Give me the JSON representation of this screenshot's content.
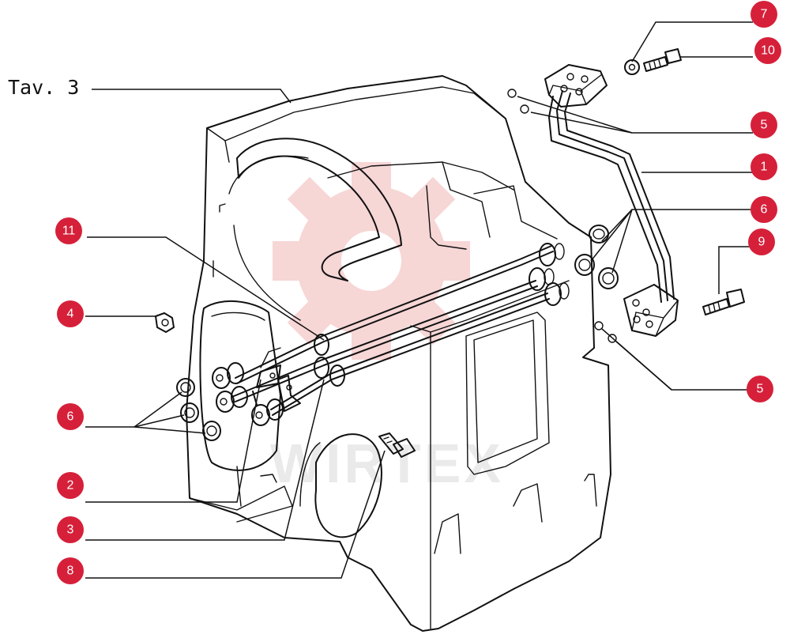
{
  "drawing": {
    "title": "Tav. 3",
    "watermark_text": "WIRTEX",
    "watermark_color": "#f2b5b5",
    "badge_color": "#d6203a",
    "line_color": "#111111"
  },
  "callouts": [
    {
      "id": "7",
      "label": "7"
    },
    {
      "id": "10",
      "label": "10"
    },
    {
      "id": "5a",
      "label": "5"
    },
    {
      "id": "1",
      "label": "1"
    },
    {
      "id": "6a",
      "label": "6"
    },
    {
      "id": "9",
      "label": "9"
    },
    {
      "id": "5b",
      "label": "5"
    },
    {
      "id": "11",
      "label": "11"
    },
    {
      "id": "4",
      "label": "4"
    },
    {
      "id": "6b",
      "label": "6"
    },
    {
      "id": "2",
      "label": "2"
    },
    {
      "id": "3",
      "label": "3"
    },
    {
      "id": "8",
      "label": "8"
    }
  ]
}
